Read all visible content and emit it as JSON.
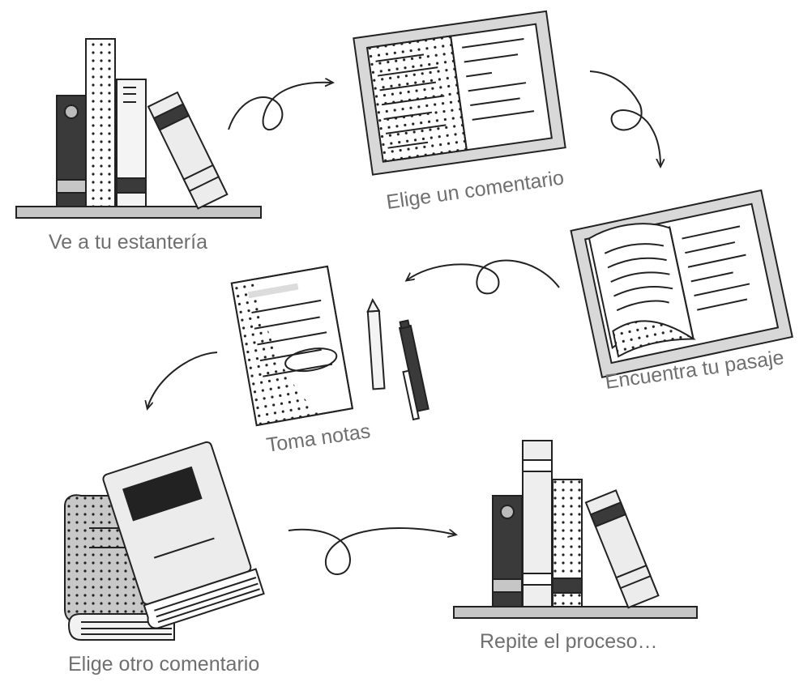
{
  "steps": [
    {
      "label": "Ve a tu estantería"
    },
    {
      "label": "Elige un comentario"
    },
    {
      "label": "Encuentra tu pasaje"
    },
    {
      "label": "Toma notas"
    },
    {
      "label": "Elige otro comentario"
    },
    {
      "label": "Repite el proceso…"
    }
  ],
  "colors": {
    "ink": "#222222",
    "gray_fill": "#c6c6c6",
    "light_fill": "#eeeeee",
    "dark_fill": "#3a3a3a",
    "label": "#6f6f6f"
  }
}
